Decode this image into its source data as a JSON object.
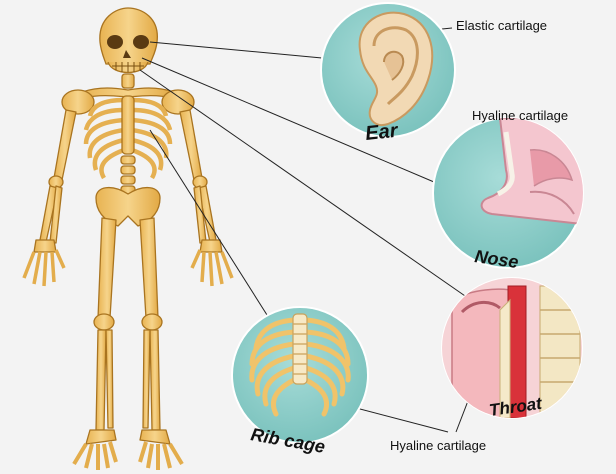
{
  "labels": {
    "ear_cartilage": "Elastic cartilage",
    "nose_cartilage": "Hyaline cartilage",
    "throat_rib_cartilage": "Hyaline cartilage"
  },
  "captions": {
    "ear": "Ear",
    "nose": "Nose",
    "throat": "Throat",
    "rib_cage": "Rib cage"
  },
  "colors": {
    "background": "#f3f3f3",
    "bone": "#f0c36a",
    "bone_outline": "#a97420",
    "circle_fill": "#8fcfcb",
    "leader_line": "#222222"
  }
}
